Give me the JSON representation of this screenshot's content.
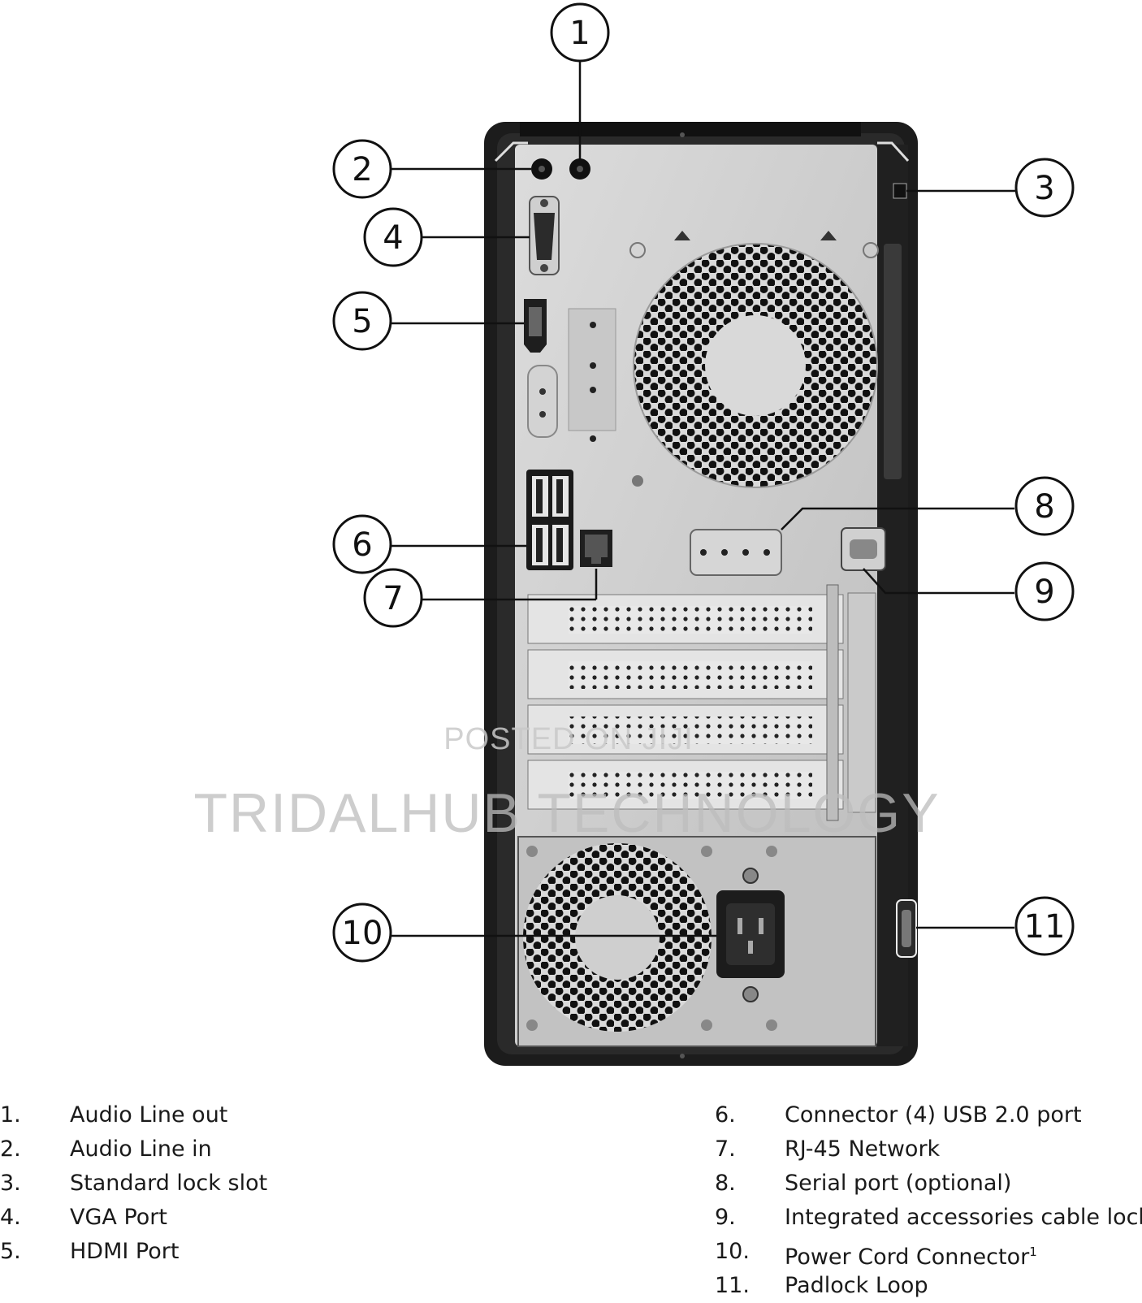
{
  "callouts": [
    {
      "number": "1",
      "label": "Audio Line out"
    },
    {
      "number": "2",
      "label": "Audio Line in"
    },
    {
      "number": "3",
      "label": "Standard lock slot"
    },
    {
      "number": "4",
      "label": "VGA Port"
    },
    {
      "number": "5",
      "label": "HDMI Port"
    },
    {
      "number": "6",
      "label": "Connector (4) USB 2.0 port"
    },
    {
      "number": "7",
      "label": "RJ-45 Network"
    },
    {
      "number": "8",
      "label": "Serial port (optional)"
    },
    {
      "number": "9",
      "label": "Integrated accessories cable lock"
    },
    {
      "number": "10",
      "label": "Power Cord Connector"
    },
    {
      "number": "11",
      "label": "Padlock Loop"
    }
  ],
  "legend_numbers": [
    "1.",
    "2.",
    "3.",
    "4.",
    "5.",
    "6.",
    "7.",
    "8.",
    "9.",
    "10.",
    "11."
  ],
  "power_cord_footnote": "1",
  "watermark": {
    "small": "POSTED ON JIJI",
    "large": "TRIDALHUB TECHNOLOGY"
  }
}
